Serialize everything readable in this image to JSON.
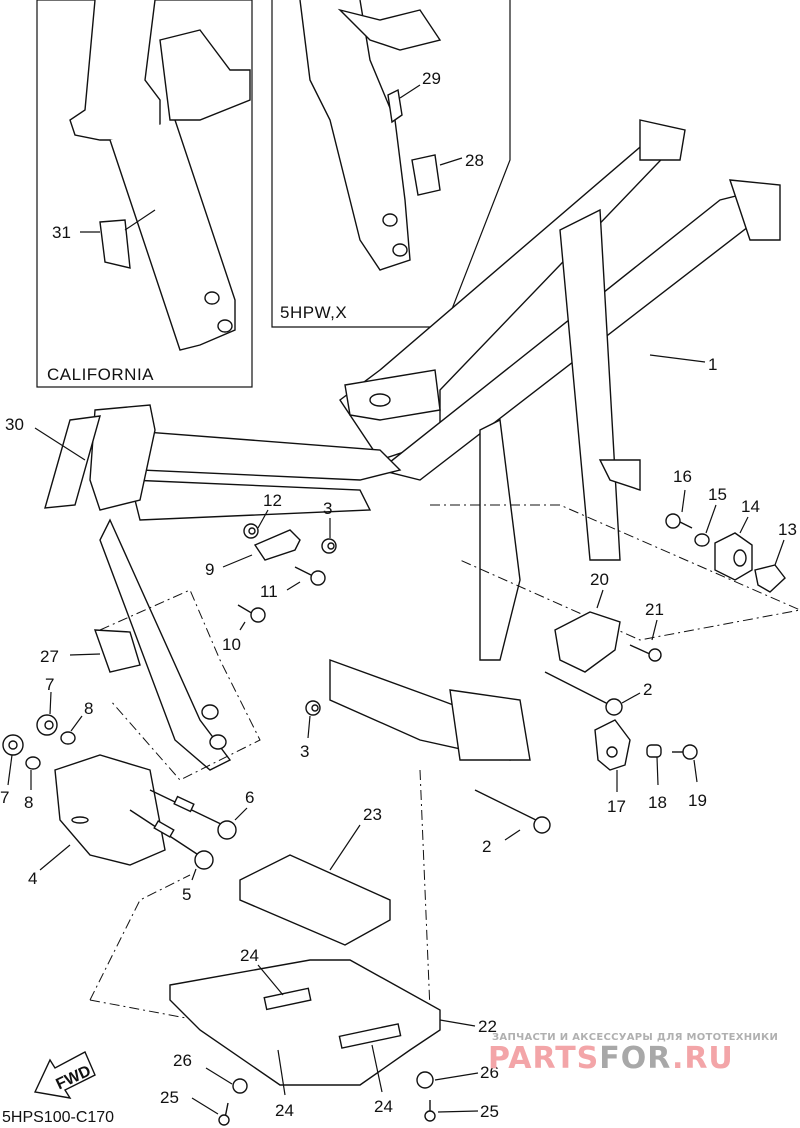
{
  "diagram": {
    "title": "Frame parts diagram",
    "code": "5HPS100-C170",
    "insets": [
      {
        "id": "california",
        "caption": "CALIFORNIA"
      },
      {
        "id": "5hpw",
        "caption": "5HPW,X"
      }
    ],
    "fwd_label": "FWD",
    "callouts": [
      "1",
      "2",
      "2",
      "3",
      "3",
      "4",
      "5",
      "6",
      "7",
      "7",
      "8",
      "8",
      "9",
      "10",
      "11",
      "12",
      "13",
      "14",
      "15",
      "16",
      "17",
      "18",
      "19",
      "20",
      "21",
      "22",
      "23",
      "24",
      "24",
      "24",
      "25",
      "25",
      "26",
      "26",
      "27",
      "28",
      "29",
      "30",
      "31"
    ]
  },
  "watermark": {
    "tagline": "ЗАПЧАСТИ И АКСЕССУАРЫ ДЛЯ МОТОТЕХНИКИ",
    "brand_part1": "PARTS",
    "brand_part2": "FOR",
    "brand_part3": ".RU",
    "colors": {
      "pink": "#f3a5a8",
      "gray": "#a8a8a8"
    }
  }
}
